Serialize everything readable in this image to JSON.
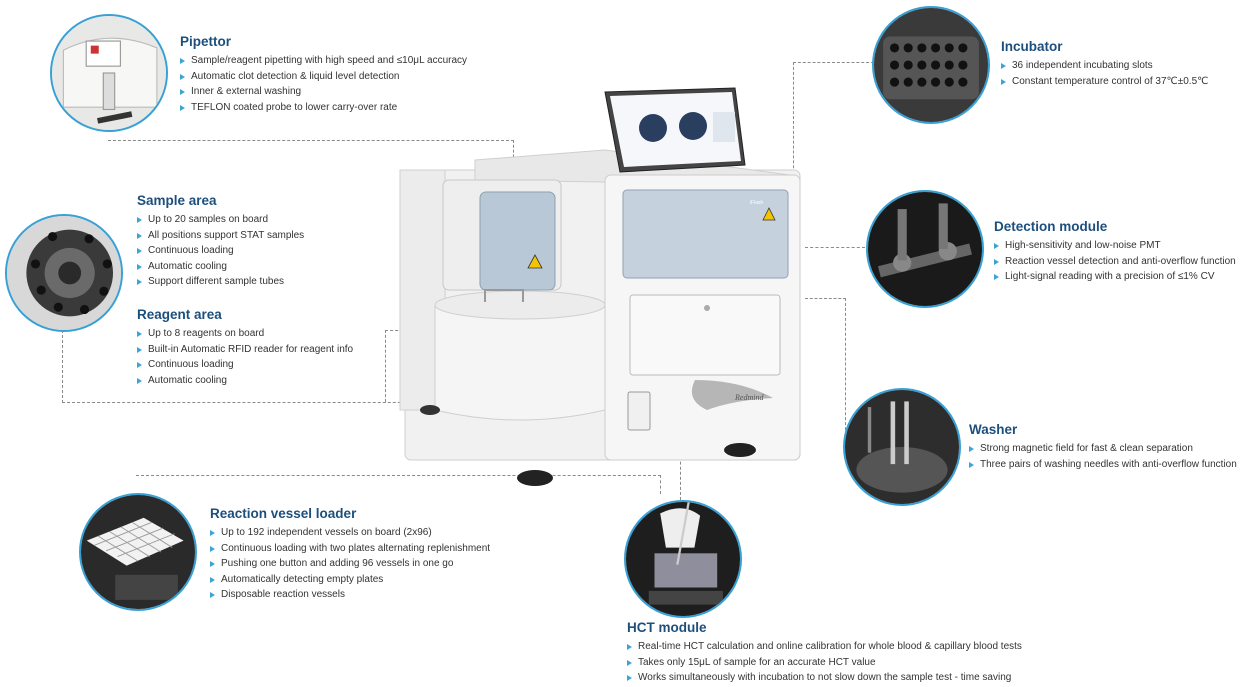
{
  "colors": {
    "accent": "#37a1d6",
    "heading": "#1d4f7d",
    "text": "#333333"
  },
  "machine": {
    "model_label": "iFlash",
    "brand": "Redmind"
  },
  "callouts": {
    "pipettor": {
      "title": "Pipettor",
      "items": [
        "Sample/reagent pipetting with high speed and ≤10μL accuracy",
        "Automatic clot detection & liquid level detection",
        "Inner & external washing",
        "TEFLON coated probe to lower carry-over rate"
      ]
    },
    "sample_area": {
      "title": "Sample area",
      "items": [
        "Up to 20 samples on board",
        "All positions support STAT samples",
        "Continuous loading",
        "Automatic cooling",
        "Support different sample tubes"
      ]
    },
    "reagent_area": {
      "title": "Reagent area",
      "items": [
        "Up to 8 reagents on board",
        "Built-in Automatic RFID reader for reagent info",
        "Continuous loading",
        "Automatic cooling"
      ]
    },
    "reaction_vessel_loader": {
      "title": "Reaction vessel loader",
      "items": [
        "Up to 192 independent vessels on board (2x96)",
        "Continuous loading with two plates alternating replenishment",
        "Pushing one button and adding 96 vessels in one go",
        "Automatically detecting empty plates",
        "Disposable reaction vessels"
      ]
    },
    "incubator": {
      "title": "Incubator",
      "items": [
        "36 independent incubating slots",
        "Constant temperature control of 37℃±0.5℃"
      ]
    },
    "detection_module": {
      "title": "Detection module",
      "items": [
        "High-sensitivity and low-noise PMT",
        "Reaction vessel detection and anti-overflow function",
        "Light-signal reading with a precision of ≤1% CV"
      ]
    },
    "washer": {
      "title": "Washer",
      "items": [
        "Strong magnetic field for fast & clean separation",
        "Three pairs of washing needles with anti-overflow function"
      ]
    },
    "hct_module": {
      "title": "HCT module",
      "items": [
        "Real-time HCT calculation and online calibration for whole blood & capillary blood tests",
        "Takes only 15μL of sample for an accurate HCT value",
        "Works simultaneously with incubation to not slow down the sample test - time saving"
      ]
    }
  }
}
